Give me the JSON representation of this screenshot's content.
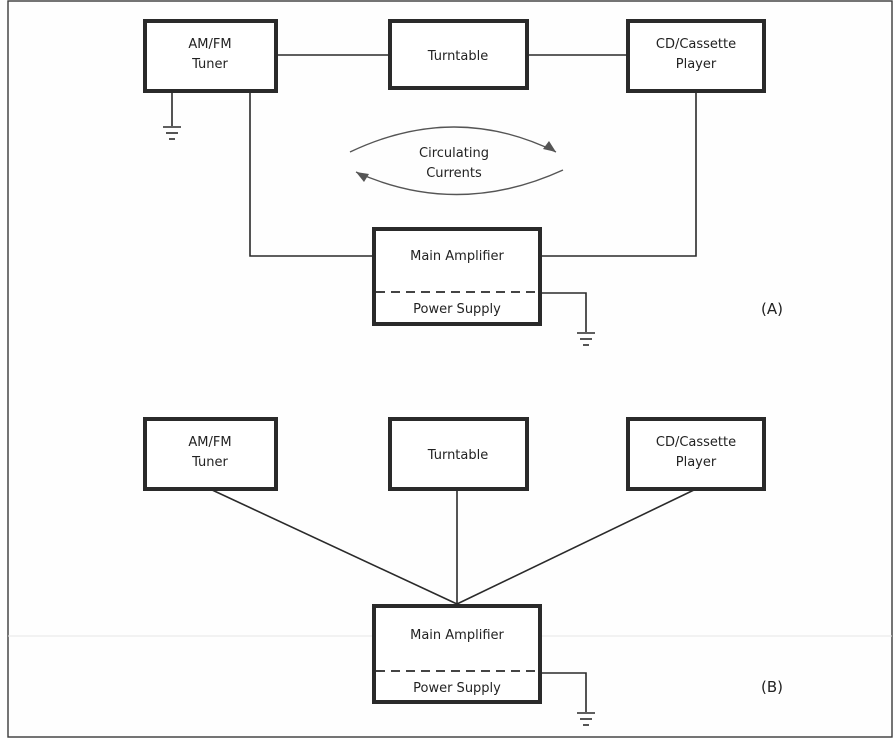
{
  "diagram_a": {
    "label": "(A)",
    "tuner": {
      "line1": "AM/FM",
      "line2": "Tuner"
    },
    "turntable": "Turntable",
    "cd_player": {
      "line1": "CD/Cassette",
      "line2": "Player"
    },
    "currents": {
      "line1": "Circulating",
      "line2": "Currents"
    },
    "amplifier": "Main Amplifier",
    "power_supply": "Power Supply"
  },
  "diagram_b": {
    "label": "(B)",
    "tuner": {
      "line1": "AM/FM",
      "line2": "Tuner"
    },
    "turntable": "Turntable",
    "cd_player": {
      "line1": "CD/Cassette",
      "line2": "Player"
    },
    "amplifier": "Main Amplifier",
    "power_supply": "Power Supply"
  }
}
